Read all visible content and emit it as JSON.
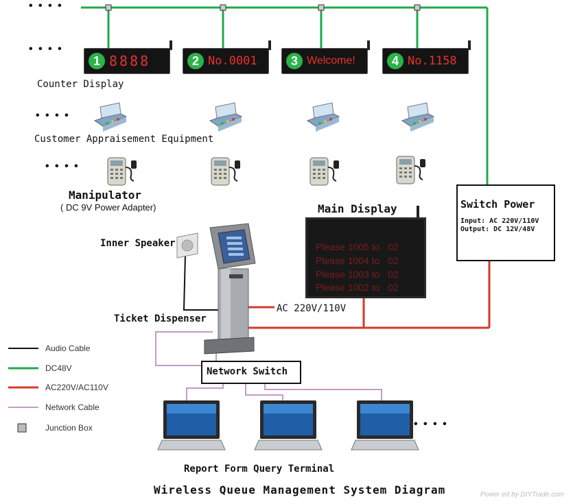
{
  "title": "Wireless Queue Management System Diagram",
  "watermark": "Power ed by DIYTrade.com",
  "ellipsis": "• • • •",
  "counters": [
    {
      "num": "1",
      "text": "8888"
    },
    {
      "num": "2",
      "text": "No.0001"
    },
    {
      "num": "3",
      "text": "Welcome!"
    },
    {
      "num": "4",
      "text": "No.1158"
    }
  ],
  "labels": {
    "counter_display": "Counter Display",
    "appraisement": "Customer Appraisement Equipment",
    "manipulator": "Manipulator",
    "manipulator_sub": "( DC 9V Power Adapter)",
    "main_display": "Main Display",
    "inner_speaker": "Inner Speaker",
    "ticket_dispenser": "Ticket Dispenser",
    "ac_label": "AC 220V/110V",
    "network_switch": "Network Switch",
    "report_terminal": "Report Form Query Terminal"
  },
  "switch_power": {
    "title": "Switch Power",
    "input": "Input: AC 220V/110V",
    "output": "Output: DC 12V/48V"
  },
  "main_display_rows": [
    "Please 1005 to   02",
    "Please 1004 to   02",
    "Please 1003 to   02",
    "Please 1002 to   02"
  ],
  "legend": [
    {
      "label": "Audio Cable",
      "type": "line",
      "color": "#111111"
    },
    {
      "label": "DC48V",
      "type": "line",
      "color": "#1fa84f"
    },
    {
      "label": "AC220V/AC110V",
      "type": "line",
      "color": "#d23a2a"
    },
    {
      "label": "Network Cable",
      "type": "line",
      "color": "#c79ac4"
    },
    {
      "label": "Junction Box",
      "type": "box",
      "color": "#bbbbbb"
    }
  ],
  "colors": {
    "dc48v": "#1fa84f",
    "ac": "#d23a2a",
    "network": "#c79ac4",
    "audio": "#111111",
    "led_red": "#e8322c"
  }
}
